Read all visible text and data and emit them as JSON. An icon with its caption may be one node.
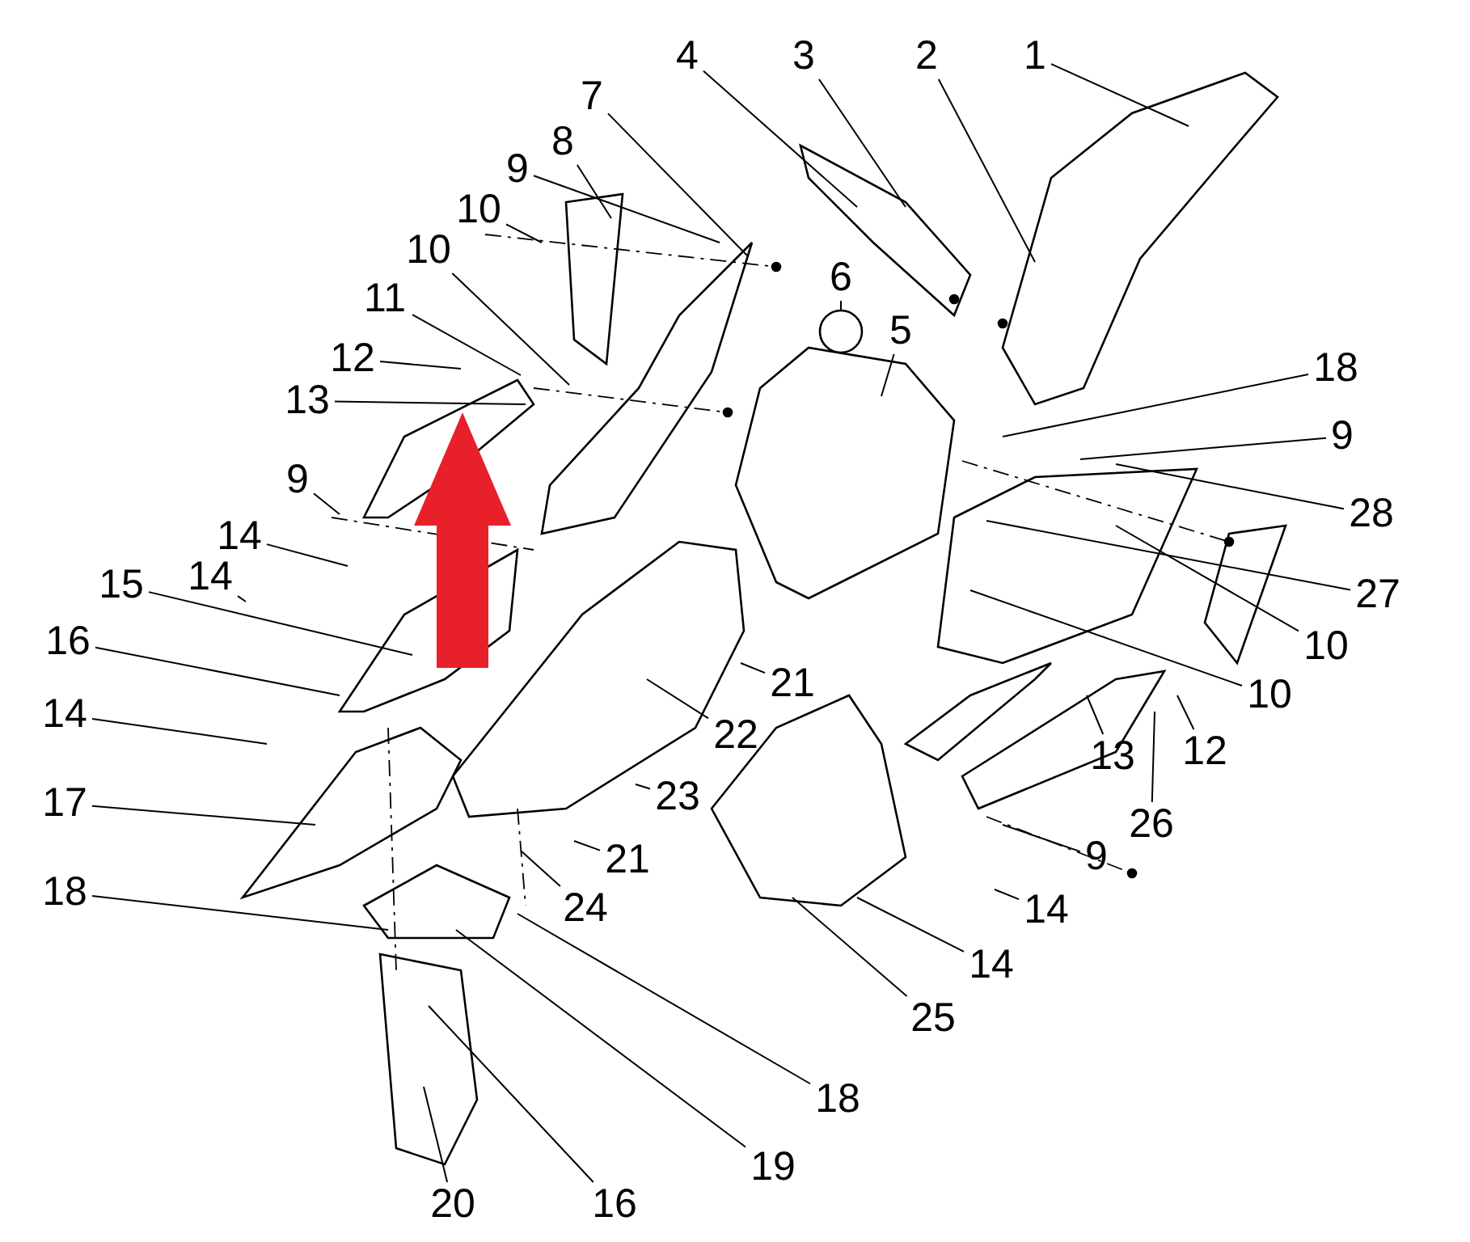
{
  "diagram": {
    "nodes": [
      {
        "text": [
          "1"
        ]
      },
      {
        "text": [
          "2"
        ]
      },
      {
        "text": [
          "3"
        ]
      },
      {
        "text": [
          "4"
        ]
      },
      {
        "text": [
          "7"
        ]
      },
      {
        "text": [
          "8"
        ]
      },
      {
        "text": [
          "9"
        ]
      },
      {
        "text": [
          "10"
        ]
      },
      {
        "text": [
          "10"
        ]
      },
      {
        "text": [
          "6"
        ]
      },
      {
        "text": [
          "11"
        ]
      },
      {
        "text": [
          "5"
        ]
      },
      {
        "text": [
          "12"
        ]
      },
      {
        "text": [
          "18"
        ]
      },
      {
        "text": [
          "13"
        ]
      },
      {
        "text": [
          "9"
        ]
      },
      {
        "text": [
          "9"
        ]
      },
      {
        "text": [
          "28"
        ]
      },
      {
        "text": [
          "14"
        ]
      },
      {
        "text": [
          "14"
        ]
      },
      {
        "text": [
          "15"
        ]
      },
      {
        "text": [
          "27"
        ]
      },
      {
        "text": [
          "16"
        ]
      },
      {
        "text": [
          "10"
        ]
      },
      {
        "text": [
          "21"
        ]
      },
      {
        "text": [
          "10"
        ]
      },
      {
        "text": [
          "14"
        ]
      },
      {
        "text": [
          "22"
        ]
      },
      {
        "text": [
          "13"
        ]
      },
      {
        "text": [
          "12"
        ]
      },
      {
        "text": [
          "23"
        ]
      },
      {
        "text": [
          "17"
        ]
      },
      {
        "text": [
          "26"
        ]
      },
      {
        "text": [
          "9"
        ]
      },
      {
        "text": [
          "21"
        ]
      },
      {
        "text": [
          "18"
        ]
      },
      {
        "text": [
          "24"
        ]
      },
      {
        "text": [
          "14"
        ]
      },
      {
        "text": [
          "25"
        ]
      },
      {
        "text": [
          "14"
        ]
      },
      {
        "text": [
          "18"
        ]
      },
      {
        "text": [
          "19"
        ]
      },
      {
        "text": [
          "20"
        ]
      },
      {
        "text": [
          "16"
        ]
      }
    ],
    "edges": [
      {
        "from": 0,
        "to": null,
        "arrow": "none"
      },
      {
        "from": 1,
        "to": null,
        "arrow": "none"
      },
      {
        "from": 2,
        "to": null,
        "arrow": "none"
      },
      {
        "from": 3,
        "to": null,
        "arrow": "none"
      },
      {
        "from": 4,
        "to": null,
        "arrow": "none"
      },
      {
        "from": 5,
        "to": null,
        "arrow": "none"
      },
      {
        "from": 6,
        "to": null,
        "arrow": "none"
      },
      {
        "from": 7,
        "to": null,
        "arrow": "none"
      },
      {
        "from": 8,
        "to": null,
        "arrow": "none"
      },
      {
        "from": 9,
        "to": null,
        "arrow": "none"
      },
      {
        "from": 10,
        "to": null,
        "arrow": "none"
      },
      {
        "from": 11,
        "to": null,
        "arrow": "none"
      },
      {
        "from": 12,
        "to": null,
        "arrow": "none"
      },
      {
        "from": 13,
        "to": null,
        "arrow": "none"
      },
      {
        "from": 14,
        "to": null,
        "arrow": "none"
      },
      {
        "from": 15,
        "to": null,
        "arrow": "none"
      },
      {
        "from": 16,
        "to": null,
        "arrow": "none"
      },
      {
        "from": 17,
        "to": null,
        "arrow": "none"
      },
      {
        "from": 18,
        "to": null,
        "arrow": "none"
      },
      {
        "from": 19,
        "to": null,
        "arrow": "none"
      },
      {
        "from": 20,
        "to": null,
        "arrow": "none"
      },
      {
        "from": 21,
        "to": null,
        "arrow": "none"
      },
      {
        "from": 22,
        "to": null,
        "arrow": "none"
      },
      {
        "from": 23,
        "to": null,
        "arrow": "none"
      },
      {
        "from": 24,
        "to": null,
        "arrow": "none"
      },
      {
        "from": 25,
        "to": null,
        "arrow": "none"
      },
      {
        "from": 26,
        "to": null,
        "arrow": "none"
      },
      {
        "from": 27,
        "to": null,
        "arrow": "none"
      },
      {
        "from": 28,
        "to": null,
        "arrow": "none"
      },
      {
        "from": 29,
        "to": null,
        "arrow": "none"
      },
      {
        "from": 30,
        "to": null,
        "arrow": "none"
      },
      {
        "from": 31,
        "to": null,
        "arrow": "none"
      },
      {
        "from": 32,
        "to": null,
        "arrow": "none"
      },
      {
        "from": 33,
        "to": null,
        "arrow": "none"
      },
      {
        "from": 34,
        "to": null,
        "arrow": "none"
      },
      {
        "from": 35,
        "to": null,
        "arrow": "none"
      },
      {
        "from": 36,
        "to": null,
        "arrow": "none"
      },
      {
        "from": 37,
        "to": null,
        "arrow": "none"
      },
      {
        "from": 38,
        "to": null,
        "arrow": "none"
      },
      {
        "from": 39,
        "to": null,
        "arrow": "none"
      },
      {
        "from": 40,
        "to": null,
        "arrow": "none"
      },
      {
        "from": 41,
        "to": null,
        "arrow": "none"
      },
      {
        "from": 42,
        "to": null,
        "arrow": "none"
      },
      {
        "from": 43,
        "to": null,
        "arrow": "none"
      }
    ]
  }
}
